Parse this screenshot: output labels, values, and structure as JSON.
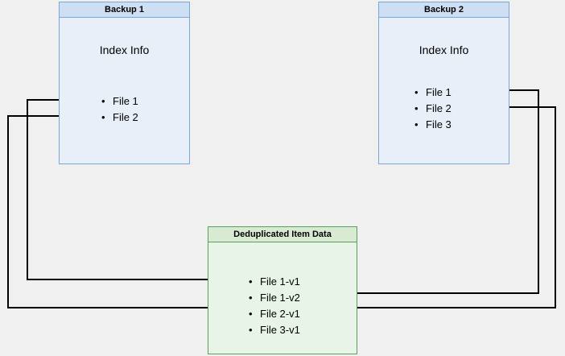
{
  "diagram": {
    "background_color": "#f0f0f0",
    "blue_fill": "#e9eff8",
    "blue_stroke": "#7ba7d8",
    "blue_header": "#cfdff3",
    "green_fill": "#e9f4e9",
    "green_stroke": "#5aa05a",
    "green_header": "#d9ead3",
    "arrow_color": "#000000",
    "boxes": [
      {
        "id": "backup1",
        "title": "Backup 1",
        "heading": "Index Info",
        "items": [
          "File 1",
          "File 2"
        ]
      },
      {
        "id": "backup2",
        "title": "Backup 2",
        "heading": "Index Info",
        "items": [
          "File 1",
          "File 2",
          "File 3"
        ]
      },
      {
        "id": "dedup",
        "title": "Deduplicated Item Data",
        "heading": "",
        "items": [
          "File 1-v1",
          "File 1-v2",
          "File 2-v1",
          "File 3-v1"
        ]
      }
    ]
  }
}
